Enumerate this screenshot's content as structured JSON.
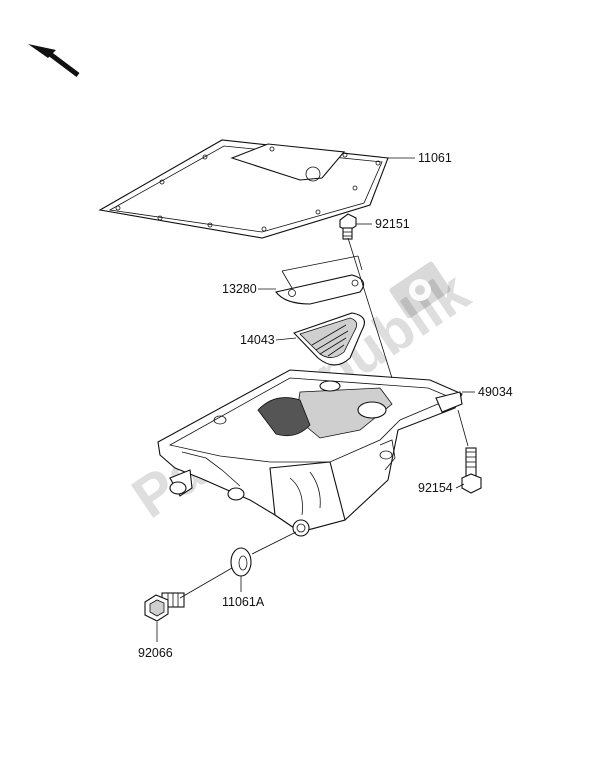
{
  "parts": [
    {
      "id": "gasket",
      "number": "11061"
    },
    {
      "id": "bolt-top",
      "number": "92151"
    },
    {
      "id": "oil-pipe-gasket",
      "number": "13280"
    },
    {
      "id": "strainer",
      "number": "14043"
    },
    {
      "id": "oil-pan",
      "number": "49034"
    },
    {
      "id": "pan-bolt",
      "number": "92154"
    },
    {
      "id": "drain-washer",
      "number": "11061A"
    },
    {
      "id": "drain-plug",
      "number": "92066"
    }
  ],
  "watermark": "PartsRepublik",
  "icons": {
    "direction": "arrow-up-left-icon",
    "watermark_logo": "gear-icon"
  }
}
